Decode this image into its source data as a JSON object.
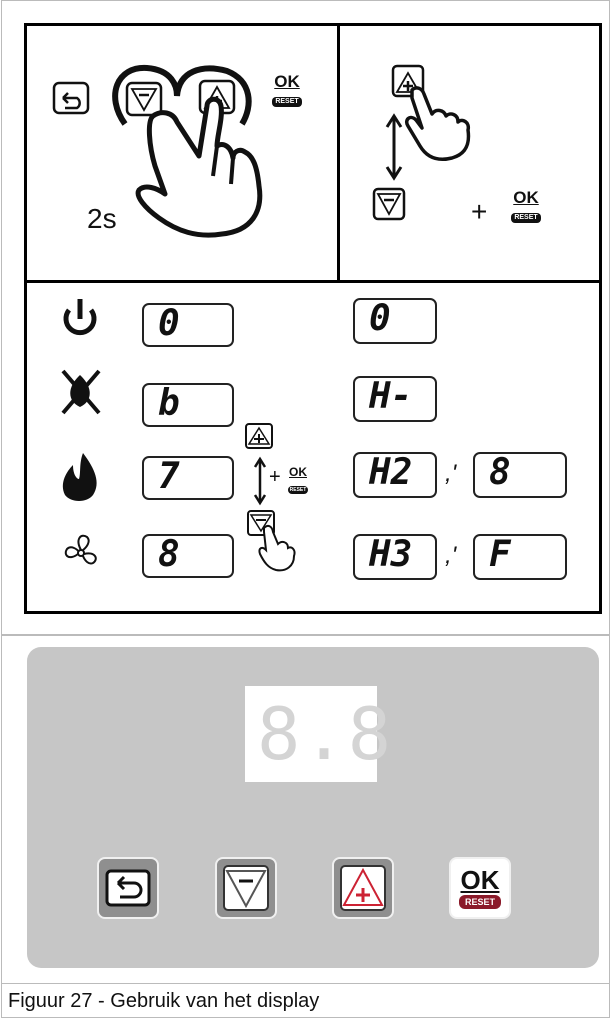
{
  "top": {
    "duration_label": "2s",
    "plus_sign": "+",
    "ok_label": "OK",
    "reset_label": "RESET"
  },
  "rows": [
    {
      "icon": "power-icon",
      "left_value": "0",
      "right_value": "0"
    },
    {
      "icon": "no-flame-icon",
      "left_value": "b",
      "right_value": "H-"
    },
    {
      "icon": "flame-icon",
      "left_value": "7",
      "right_value": "H2",
      "right_extra": "8"
    },
    {
      "icon": "fan-icon",
      "left_value": "8",
      "right_value": "H3",
      "right_extra": "F"
    }
  ],
  "combo_plus": "+",
  "separator": ",'",
  "device": {
    "display_value": "8.8",
    "ok_label": "OK",
    "reset_label": "RESET"
  },
  "caption": "Figuur 27 - Gebruik van het display",
  "colors": {
    "device_bg": "#c6c6c6",
    "reset_red": "#8b1a2a",
    "plus_red": "#cc2233"
  }
}
